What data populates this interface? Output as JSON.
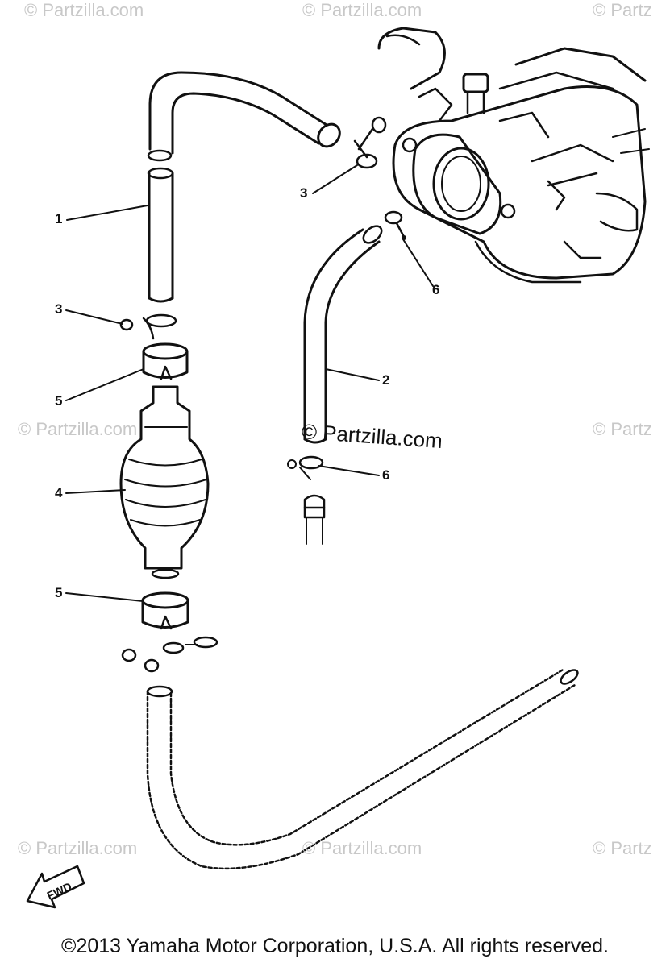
{
  "watermarks": {
    "text": "© Partzilla.com",
    "short": "© Partz",
    "center": "© Partzilla.com"
  },
  "callouts": {
    "c1": "1",
    "c2": "2",
    "c3a": "3",
    "c3b": "3",
    "c4": "4",
    "c5a": "5",
    "c5b": "5",
    "c6a": "6",
    "c6b": "6"
  },
  "fwd_label": "FWD",
  "copyright": "©2013 Yamaha Motor Corporation, U.S.A. All rights reserved."
}
